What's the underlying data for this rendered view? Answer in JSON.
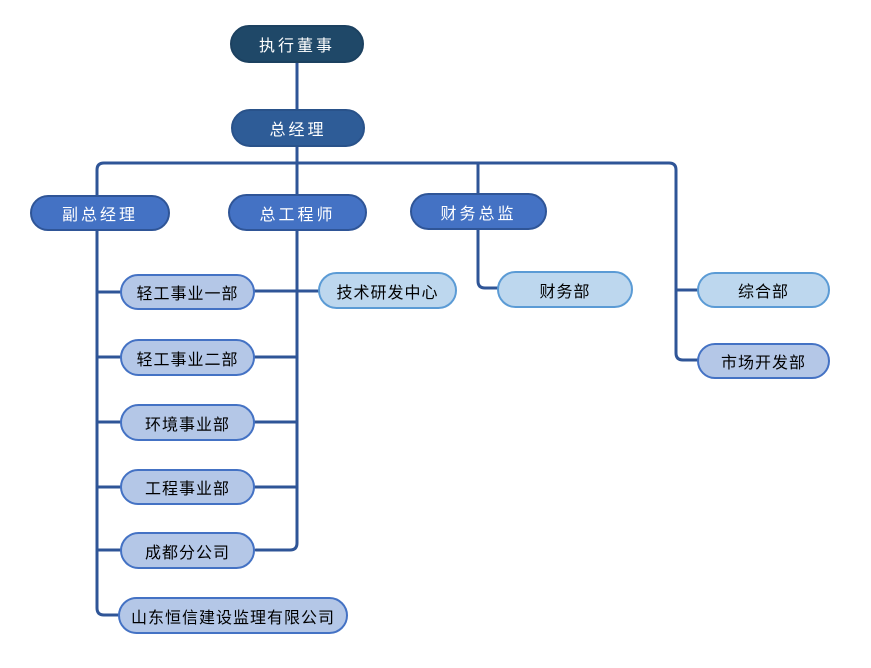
{
  "org_chart": {
    "type": "organization-chart",
    "level1": {
      "label": "执行董事"
    },
    "level2": {
      "label": "总经理"
    },
    "level3": [
      {
        "label": "副总经理"
      },
      {
        "label": "总工程师"
      },
      {
        "label": "财务总监"
      }
    ],
    "level4": {
      "vice_gm_departments": [
        "轻工事业一部",
        "轻工事业二部",
        "环境事业部",
        "工程事业部",
        "成都分公司",
        "山东恒信建设监理有限公司"
      ],
      "chief_engineer_departments": [
        "技术研发中心"
      ],
      "finance_director_departments": [
        "财务部"
      ],
      "general_departments": [
        "综合部",
        "市场开发部"
      ]
    }
  },
  "colors": {
    "level1_fill": "#1F4868",
    "level2_fill": "#2E5C97",
    "level3_fill": "#4472C4",
    "level3_border": "#2F5597",
    "dept_lavender_fill": "#B4C7E7",
    "dept_lavender_border": "#4472C4",
    "dept_cyan_fill": "#BDD7EE",
    "dept_cyan_border": "#5B9BD5",
    "connector_line": "#2F5597",
    "text_on_dark": "#FFFFFF",
    "text_on_light": "#000000",
    "background": "#FFFFFF"
  }
}
